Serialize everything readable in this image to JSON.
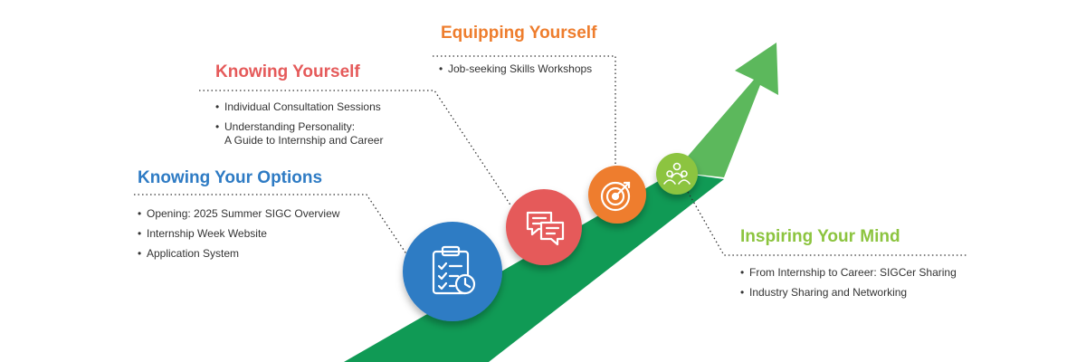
{
  "colors": {
    "path_dark": "#109a55",
    "arrow_light": "#5cb85c",
    "options": "#2e7bc4",
    "knowing": "#e55a5a",
    "equipping": "#ee7d2d",
    "inspiring": "#8cc43f"
  },
  "stages": {
    "options": {
      "title": "Knowing Your Options",
      "icon": "clipboard-clock-icon",
      "items": [
        "Opening: 2025 Summer SIGC Overview",
        "Internship Week Website",
        "Application System"
      ]
    },
    "knowing": {
      "title": "Knowing Yourself",
      "icon": "chat-bubbles-icon",
      "items": [
        "Individual Consultation Sessions",
        "Understanding Personality:",
        "A Guide to Internship and Career"
      ]
    },
    "equipping": {
      "title": "Equipping Yourself",
      "icon": "target-icon",
      "items": [
        "Job-seeking Skills Workshops"
      ]
    },
    "inspiring": {
      "title": "Inspiring Your Mind",
      "icon": "people-group-icon",
      "items": [
        "From Internship to Career: SIGCer Sharing",
        "Industry Sharing and Networking"
      ]
    }
  }
}
